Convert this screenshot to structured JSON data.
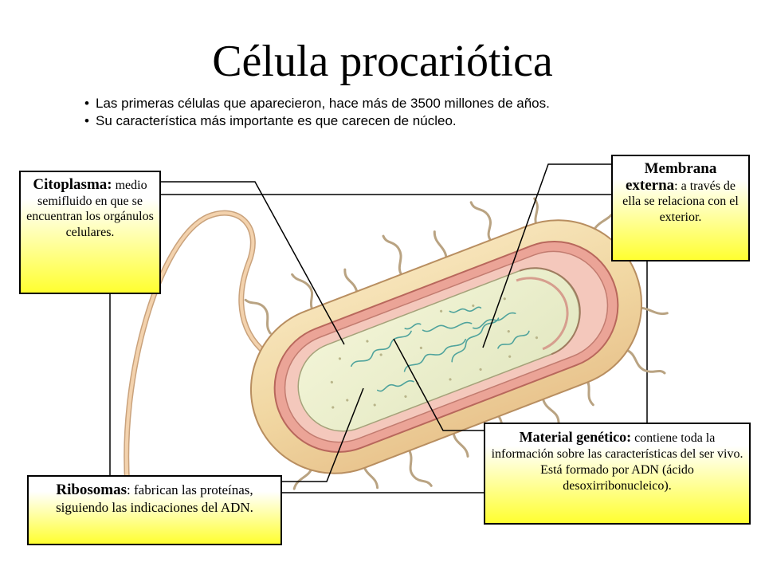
{
  "title": "Célula procariótica",
  "bullets": [
    "Las primeras células que aparecieron, hace más de 3500 millones de años.",
    "Su característica más importante es que carecen de núcleo."
  ],
  "labels": {
    "citoplasma": {
      "head": "Citoplasma:",
      "body": "medio semifluido en que se encuentran los orgánulos celulares."
    },
    "membrana": {
      "head": "Membrana externa",
      "body": ": a través de ella se relaciona con el exterior."
    },
    "material": {
      "head": "Material genético:",
      "body": " contiene toda la información sobre las características  del ser vivo. Está formado por ADN (ácido desoxirribonucleico)."
    },
    "ribosomas": {
      "head": "Ribosomas",
      "body": ": fabrican las proteínas, siguiendo las indicaciones del ADN."
    }
  },
  "colors": {
    "box_gradient_bottom": "#ffff30",
    "cell_outer": "#f3d9a6",
    "cell_wall": "#e89a8a",
    "cytoplasm": "#eef0cf",
    "dna": "#4fa39c",
    "flagellum": "#f0c9a2"
  }
}
